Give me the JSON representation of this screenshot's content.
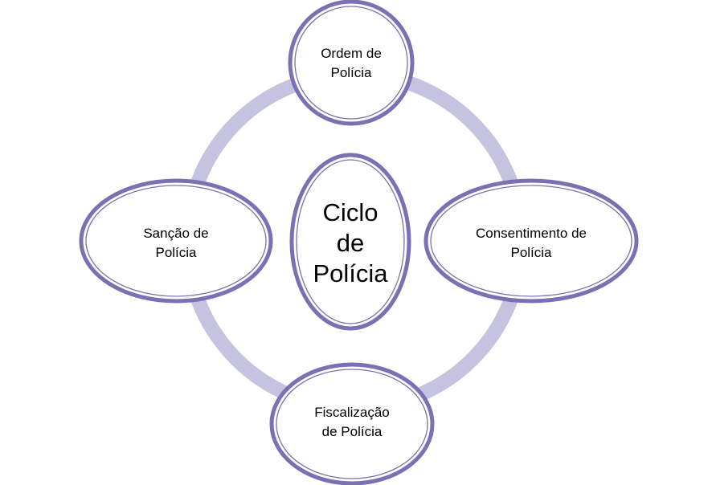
{
  "diagram": {
    "center": {
      "lines": [
        "Ciclo",
        "de",
        "Polícia"
      ]
    },
    "nodes": [
      {
        "id": "top",
        "lines": [
          "Ordem de",
          "Polícia"
        ]
      },
      {
        "id": "right",
        "lines": [
          "Consentimento de",
          "Polícia"
        ]
      },
      {
        "id": "bottom",
        "lines": [
          "Fiscalização",
          "de Polícia"
        ]
      },
      {
        "id": "left",
        "lines": [
          "Sanção de",
          "Polícia"
        ]
      }
    ],
    "colors": {
      "ring": "#c5c3e0",
      "border": "#7b70b4"
    }
  }
}
